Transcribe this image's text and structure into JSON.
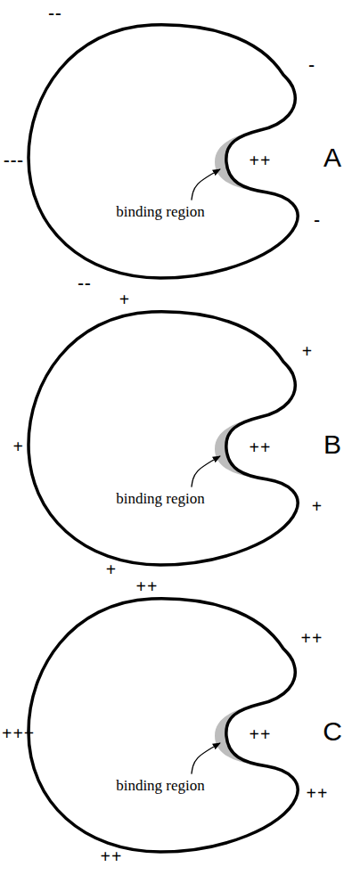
{
  "diagram": {
    "nodes": [
      {
        "text": [
          "binding region"
        ]
      },
      {
        "text": [
          "binding region"
        ]
      },
      {
        "text": [
          "binding region"
        ]
      }
    ],
    "labels": [
      "--",
      "-",
      "---",
      "++",
      "A",
      "-",
      "--",
      "+",
      "+",
      "+",
      "++",
      "B",
      "+",
      "+",
      "++",
      "++",
      "+++",
      "++",
      "C",
      "++",
      "++"
    ]
  }
}
